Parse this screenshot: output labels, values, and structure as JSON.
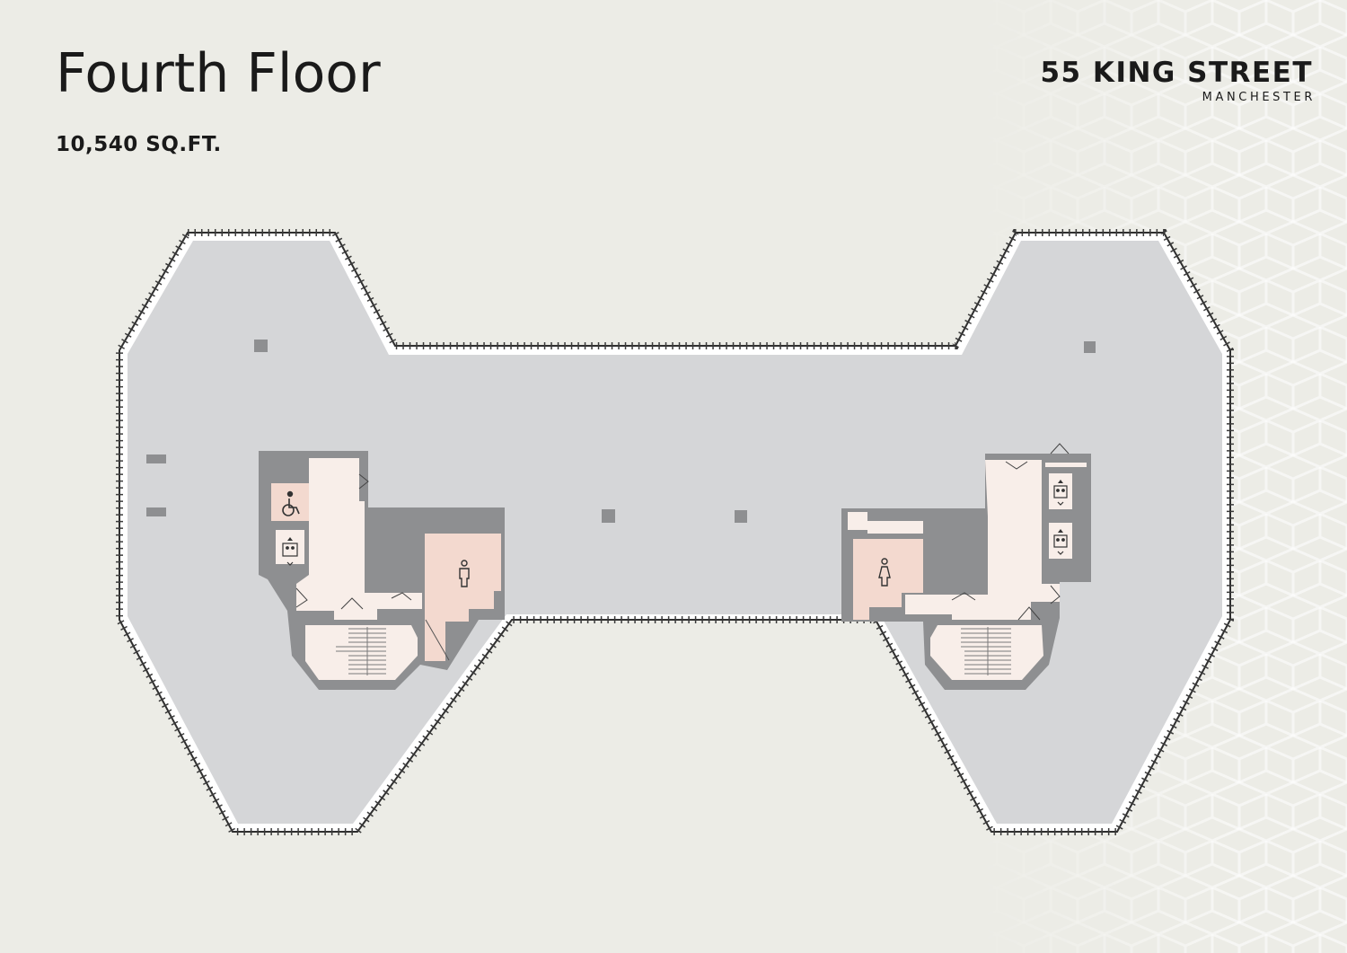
{
  "floor": {
    "title": "Fourth Floor",
    "area": "10,540 SQ.FT."
  },
  "brand": {
    "name": "55 KING STREET",
    "city": "MANCHESTER"
  },
  "colors": {
    "background": "#ecece6",
    "office_space": "#d5d6d8",
    "core_walls": "#8e8f91",
    "facilities": "#f8eee9",
    "wc_pink": "#f3d9cf",
    "window_frame": "#3a3a3a"
  },
  "icons": {
    "accessible_wc": "wheelchair-icon",
    "lift": "lift-icon",
    "wc": "person-icon",
    "stairs": "stairs-icon",
    "column": "column-icon"
  }
}
